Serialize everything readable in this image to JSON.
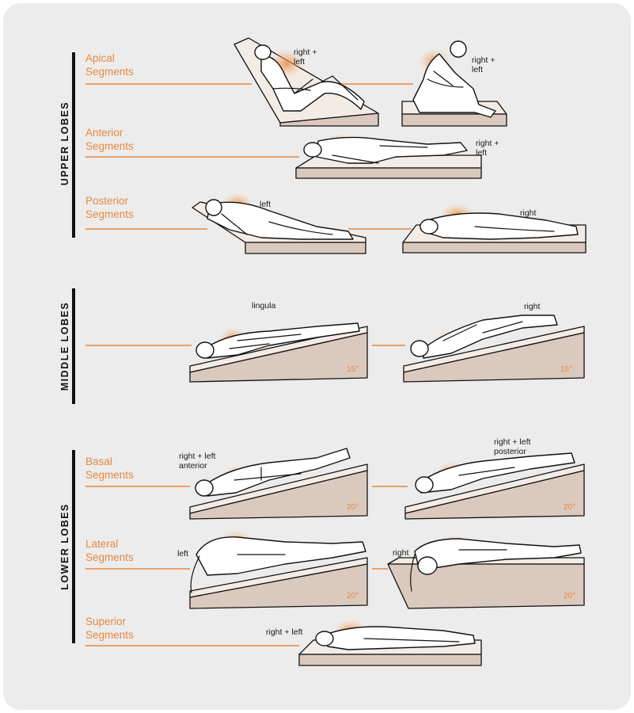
{
  "groups": {
    "upper": "UPPER LOBES",
    "middle": "MIDDLE LOBES",
    "lower": "LOWER LOBES"
  },
  "segments": {
    "apical": [
      "Apical",
      "Segments"
    ],
    "anterior": [
      "Anterior",
      "Segments"
    ],
    "posterior": [
      "Posterior",
      "Segments"
    ],
    "basal": [
      "Basal",
      "Segments"
    ],
    "lateral": [
      "Lateral",
      "Segments"
    ],
    "superior": [
      "Superior",
      "Segments"
    ]
  },
  "labels": {
    "apical_1": [
      "right +",
      "left"
    ],
    "apical_2": [
      "right +",
      "left"
    ],
    "anterior": [
      "right +",
      "left"
    ],
    "posterior_1": "left",
    "posterior_2": "right",
    "middle_1": "lingula",
    "middle_2": "right",
    "basal_1": [
      "right + left",
      "anterior"
    ],
    "basal_2": [
      "right + left",
      "posterior"
    ],
    "lateral_1": "left",
    "lateral_2": "right",
    "superior": "right + left"
  },
  "angles": {
    "middle_1": "15°",
    "middle_2": "15°",
    "basal_1": "20°",
    "basal_2": "20°",
    "lateral_1": "20°",
    "lateral_2": "20°"
  },
  "colors": {
    "accent": "#e6883f",
    "background": "#ececec",
    "mattress": "#f3ebe5",
    "ink": "#111111"
  }
}
